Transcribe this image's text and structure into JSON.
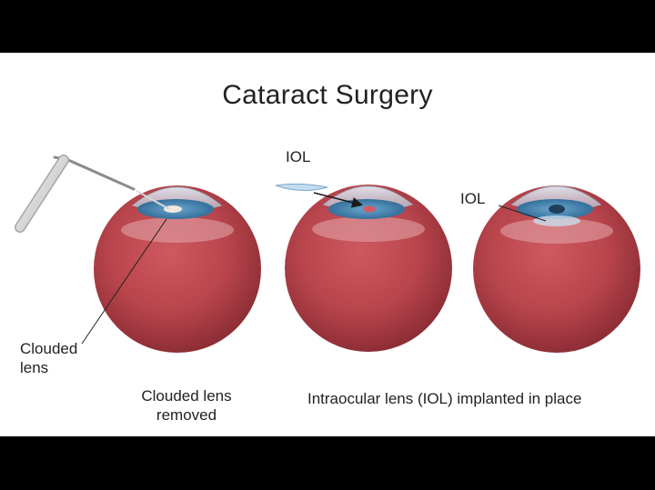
{
  "title": "Cataract Surgery",
  "labels": {
    "clouded_lens": [
      "Clouded",
      "lens"
    ],
    "iol_insert": "IOL",
    "iol_implanted": "IOL"
  },
  "captions": {
    "removed": [
      "Clouded lens",
      "removed"
    ],
    "implanted": "Intraocular lens (IOL) implanted in place"
  },
  "colors": {
    "eyeball": "#c7454d",
    "iris": "#3f7fa8",
    "background": "#ffffff",
    "letterbox": "#000000"
  }
}
